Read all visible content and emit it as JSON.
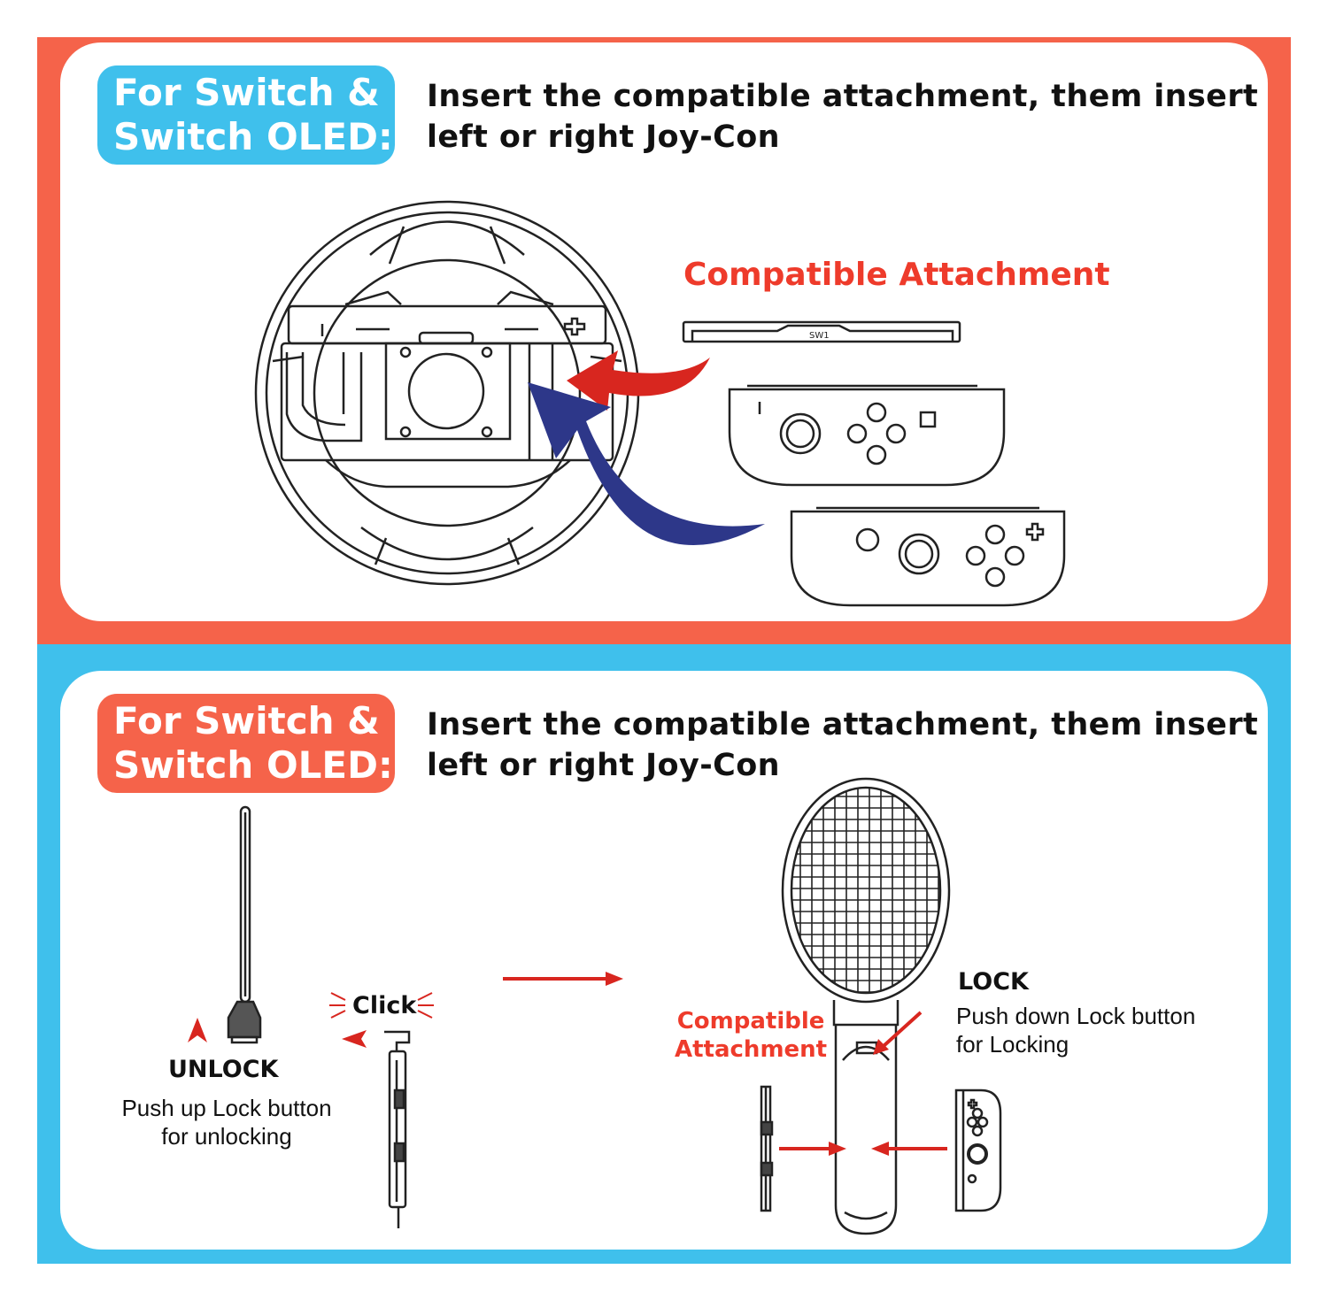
{
  "colors": {
    "orange_red": "#f5634a",
    "sky_blue": "#3fc0ec",
    "label_red": "#ee3b2b",
    "arrow_navy": "#2d3789",
    "arrow_red": "#d8261f"
  },
  "top_section": {
    "badge_lines": [
      "For Switch &",
      "Switch OLED:"
    ],
    "instruction_lines": [
      "Insert the compatible attachment, them insert",
      "left or right Joy-Con"
    ],
    "attachment_label": "Compatible Attachment",
    "attachment_code": "SW1"
  },
  "bottom_section": {
    "badge_lines": [
      "For Switch &",
      "Switch OLED:"
    ],
    "instruction_lines": [
      "Insert the compatible attachment, them insert",
      "left or right Joy-Con"
    ],
    "unlock_title": "UNLOCK",
    "unlock_desc_lines": [
      "Push up Lock button",
      "for unlocking"
    ],
    "click_label": "Click",
    "lock_title": "LOCK",
    "lock_desc_lines": [
      "Push down Lock button",
      "for Locking"
    ],
    "attachment_label_lines": [
      "Compatible",
      "Attachment"
    ]
  },
  "icons": [
    "steering-wheel-icon",
    "joycon-left-icon",
    "joycon-right-icon",
    "tennis-racket-icon",
    "grip-handle-icon"
  ]
}
